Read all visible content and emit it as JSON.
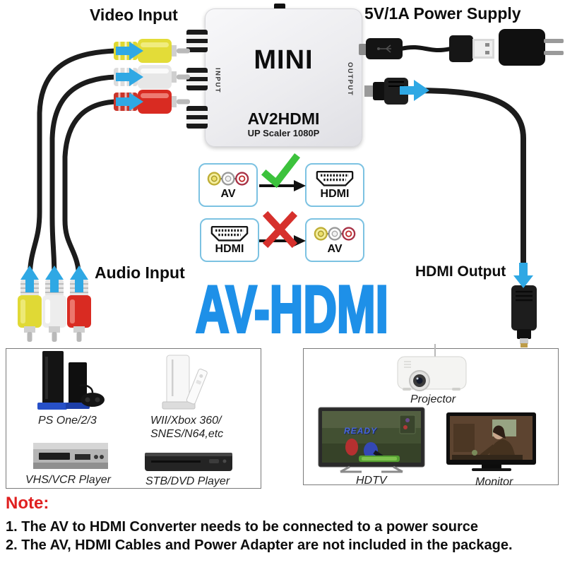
{
  "title": "AV-HDMI",
  "section_labels": {
    "video_input": "Video Input",
    "audio_input": "Audio Input",
    "power_supply": "5V/1A Power Supply",
    "hdmi_output": "HDMI Output"
  },
  "converter": {
    "brand": "MINI",
    "model": "AV2HDMI",
    "subtitle": "UP Scaler 1080P",
    "input_port_label": "INPUT",
    "output_port_label": "OUTPUT"
  },
  "conversion": {
    "rows": [
      {
        "from": "AV",
        "to": "HDMI",
        "supported": true,
        "mark": "check"
      },
      {
        "from": "HDMI",
        "to": "AV",
        "supported": false,
        "mark": "cross"
      }
    ]
  },
  "source_devices": [
    {
      "label": "PS One/2/3"
    },
    {
      "label": "WII/Xbox 360/\nSNES/N64,etc"
    },
    {
      "label": "VHS/VCR Player"
    },
    {
      "label": "STB/DVD Player"
    }
  ],
  "output_devices": [
    {
      "label": "Projector"
    },
    {
      "label": "HDTV",
      "screen_text": "READY"
    },
    {
      "label": "Monitor"
    }
  ],
  "notes": {
    "heading": "Note:",
    "items": [
      "1. The AV to HDMI Converter needs to be connected to a power source",
      "2. The AV, HDMI Cables and Power Adapter are not included in the package."
    ]
  },
  "colors": {
    "title_blue": "#1E90E8",
    "arrow_blue": "#2FA8E4",
    "check_green": "#3CC23C",
    "cross_red": "#D6302C",
    "note_red": "#E02020",
    "rca_yellow": "#E8E23C",
    "rca_white": "#E9E9E9",
    "rca_red": "#D92B22"
  }
}
